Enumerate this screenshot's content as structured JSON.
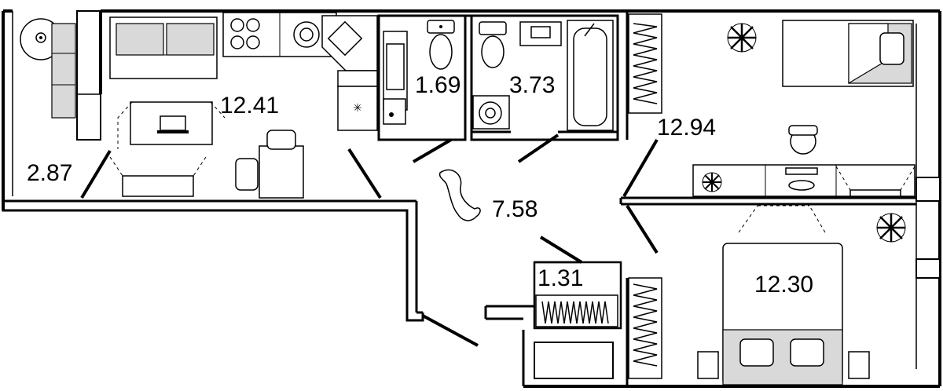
{
  "rooms": [
    {
      "id": "balcony",
      "area": "2.87"
    },
    {
      "id": "kitchen-living",
      "area": "12.41"
    },
    {
      "id": "toilet",
      "area": "1.69"
    },
    {
      "id": "bathroom",
      "area": "3.73"
    },
    {
      "id": "hallway",
      "area": "7.58"
    },
    {
      "id": "room-1",
      "area": "12.94"
    },
    {
      "id": "storage",
      "area": "1.31"
    },
    {
      "id": "room-2",
      "area": "12.30"
    }
  ],
  "icons": {
    "plant": "plant-icon",
    "cat": "cat-icon",
    "laptop": "laptop-icon",
    "stove": "stove-icon",
    "sink": "sink-icon",
    "toilet": "toilet-icon",
    "bathtub": "bathtub-icon",
    "washer": "washing-machine-icon"
  },
  "colors": {
    "wall": "#000000",
    "furniture_fill": "#d9d9d9",
    "background": "#ffffff"
  }
}
